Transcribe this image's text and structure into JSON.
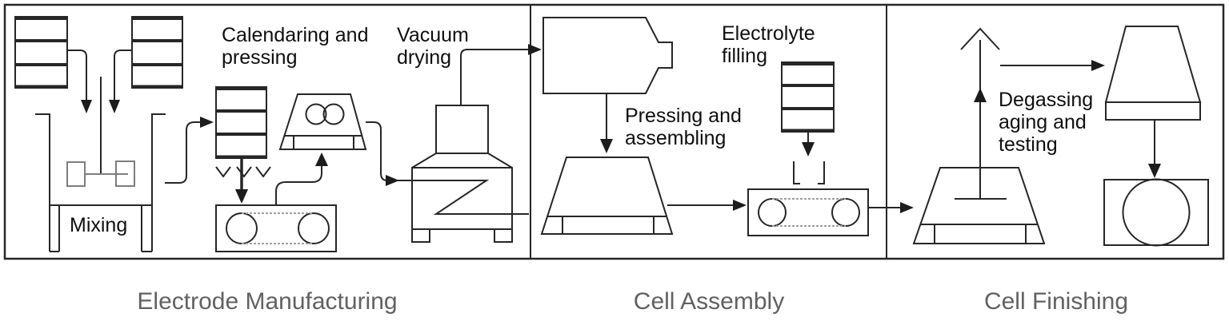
{
  "diagram": {
    "background_color": "#ffffff",
    "line_color": "#262626",
    "title_color": "#616161",
    "label_color": "#0f0f0f",
    "sections": [
      {
        "title": "Electrode Manufacturing",
        "labels": [
          {
            "id": "mixing",
            "text": "Mixing"
          },
          {
            "id": "calendaring",
            "text": "Calendaring and\npressing"
          },
          {
            "id": "vacuum-drying",
            "text": "Vacuum\ndrying"
          }
        ]
      },
      {
        "title": "Cell Assembly",
        "labels": [
          {
            "id": "pressing-assembling",
            "text": "Pressing and\nassembling"
          },
          {
            "id": "electrolyte-filling",
            "text": "Electrolyte\nfilling"
          }
        ]
      },
      {
        "title": "Cell Finishing",
        "labels": [
          {
            "id": "degassing-aging-testing",
            "text": "Degassing\naging and\ntesting"
          }
        ]
      }
    ]
  }
}
